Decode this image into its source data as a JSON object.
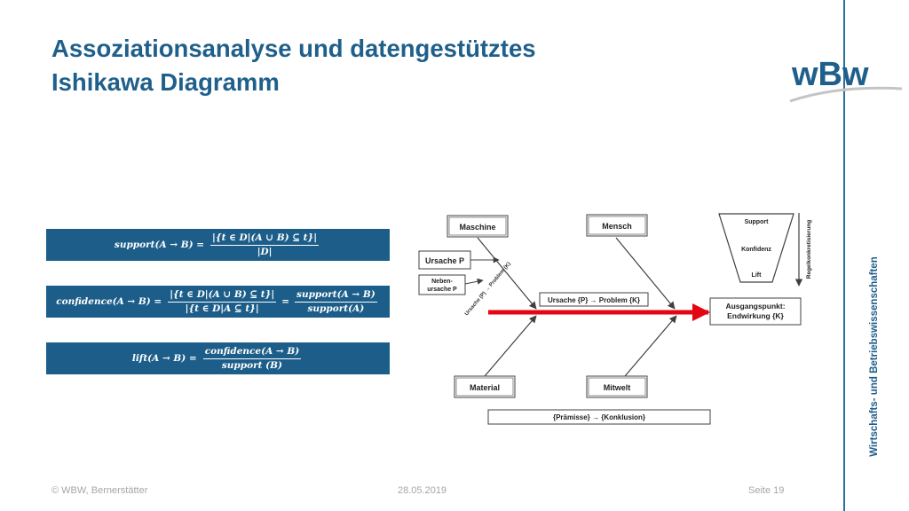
{
  "title": {
    "line1": "Assoziationsanalyse und datengestütztes",
    "line2": "Ishikawa Diagramm"
  },
  "logo": {
    "text": "wBw"
  },
  "sidebar": {
    "text": "Wirtschafts- und Betriebswissenschaften"
  },
  "formulas": {
    "support": {
      "lhs": "support(A → B) =",
      "numerator": "|{t ∈ D|(A ∪ B) ⊆ t}|",
      "denominator": "|D|"
    },
    "confidence": {
      "lhs": "confidence(A → B) =",
      "numerator1": "|{t ∈ D|(A ∪ B) ⊆ t}|",
      "denominator1": "|{t ∈ D|A ⊆ t}|",
      "eq": "=",
      "numerator2": "support(A → B)",
      "denominator2": "support(A)"
    },
    "lift": {
      "lhs": "lift(A → B) =",
      "numerator": "confidence(A → B)",
      "denominator": "support (B)"
    }
  },
  "diagram": {
    "maschine": "Maschine",
    "mensch": "Mensch",
    "material": "Material",
    "mitwelt": "Mitwelt",
    "ursache_p": "Ursache P",
    "nebenursache_1": "Neben-",
    "nebenursache_2": "ursache P",
    "bone_label": "Ursache (P) → Problem (K)",
    "spine_label": "Ursache {P} → Problem {K}",
    "effect_1": "Ausgangspunkt:",
    "effect_2": "Endwirkung {K}",
    "funnel_support": "Support",
    "funnel_konfidenz": "Konfidenz",
    "funnel_lift": "Lift",
    "arrow_label": "Regelkonkretisierung",
    "bottom_box": "{Prämisse} → {Konklusion}"
  },
  "footer": {
    "copyright": "© WBW, Bernerstätter",
    "date": "28.05.2019",
    "page": "Seite 19"
  },
  "colors": {
    "title": "#1f5f8b",
    "formula_bg": "#1c5e89",
    "spine": "#e30613",
    "footer": "#a6a6a6"
  }
}
